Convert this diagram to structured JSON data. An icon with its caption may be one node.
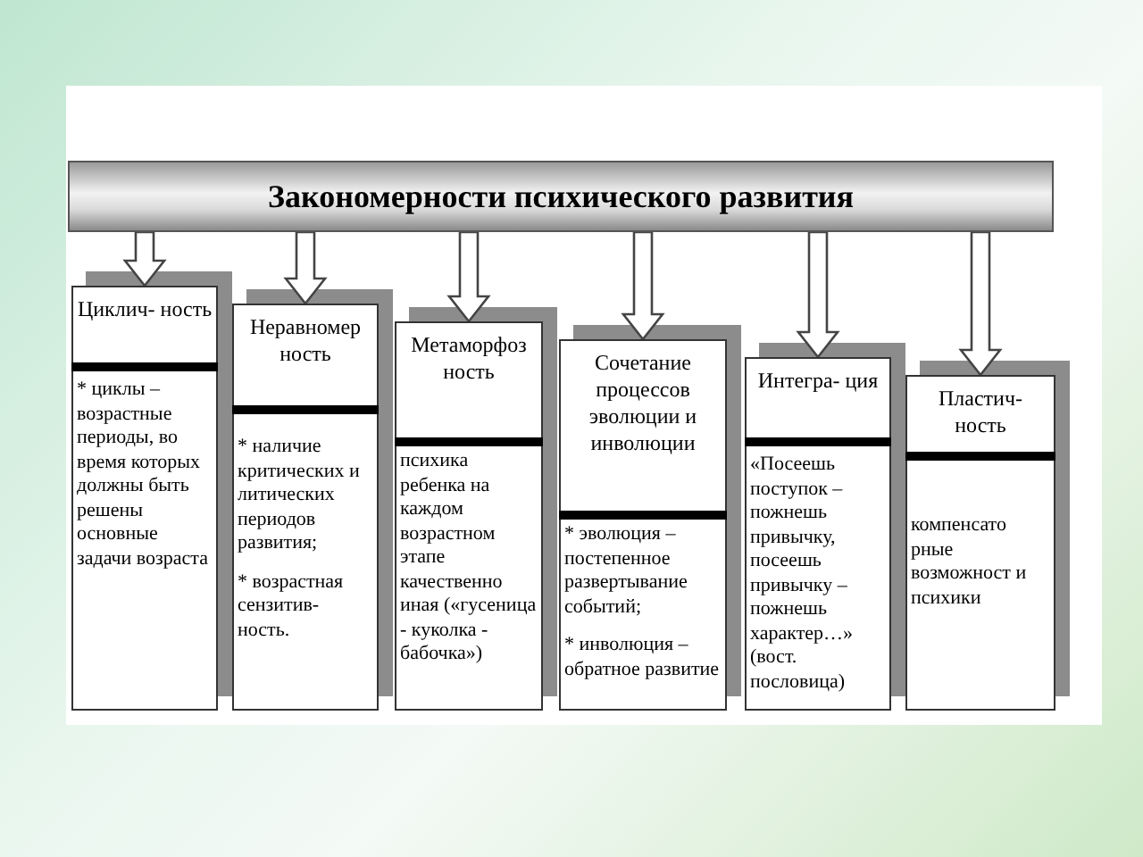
{
  "diagram": {
    "nodes": [
      {
        "text": [
          "Закономерности психического развития"
        ]
      },
      {
        "text": [
          "Циклич- ность",
          "* циклы – возрастные периоды, во время которых должны быть решены основные задачи возраста"
        ]
      },
      {
        "text": [
          "Неравномер ность",
          "* наличие критических и литических периодов развития;",
          "* возрастная сензитив- ность."
        ]
      },
      {
        "text": [
          "Метаморфоз ность",
          "психика ребенка на каждом возрастном этапе качественно иная («гусеница - куколка - бабочка»)"
        ]
      },
      {
        "text": [
          "Сочетание процессов эволюции и инволюции",
          "* эволюция – постепенное развертывание событий;",
          "* инволюция – обратное развитие"
        ]
      },
      {
        "text": [
          "Интегра- ция",
          "«Посеешь поступок – пожнешь привычку, посеешь привычку – пожнешь характер…» (вост. пословица)"
        ]
      },
      {
        "text": [
          "Пластич- ность",
          "компенсато рные возможност и психики"
        ]
      }
    ],
    "edges": [
      {
        "from": 0,
        "to": 1,
        "arrow": "to"
      },
      {
        "from": 0,
        "to": 2,
        "arrow": "to"
      },
      {
        "from": 0,
        "to": 3,
        "arrow": "to"
      },
      {
        "from": 0,
        "to": 4,
        "arrow": "to"
      },
      {
        "from": 0,
        "to": 5,
        "arrow": "to"
      },
      {
        "from": 0,
        "to": 6,
        "arrow": "to"
      }
    ]
  }
}
